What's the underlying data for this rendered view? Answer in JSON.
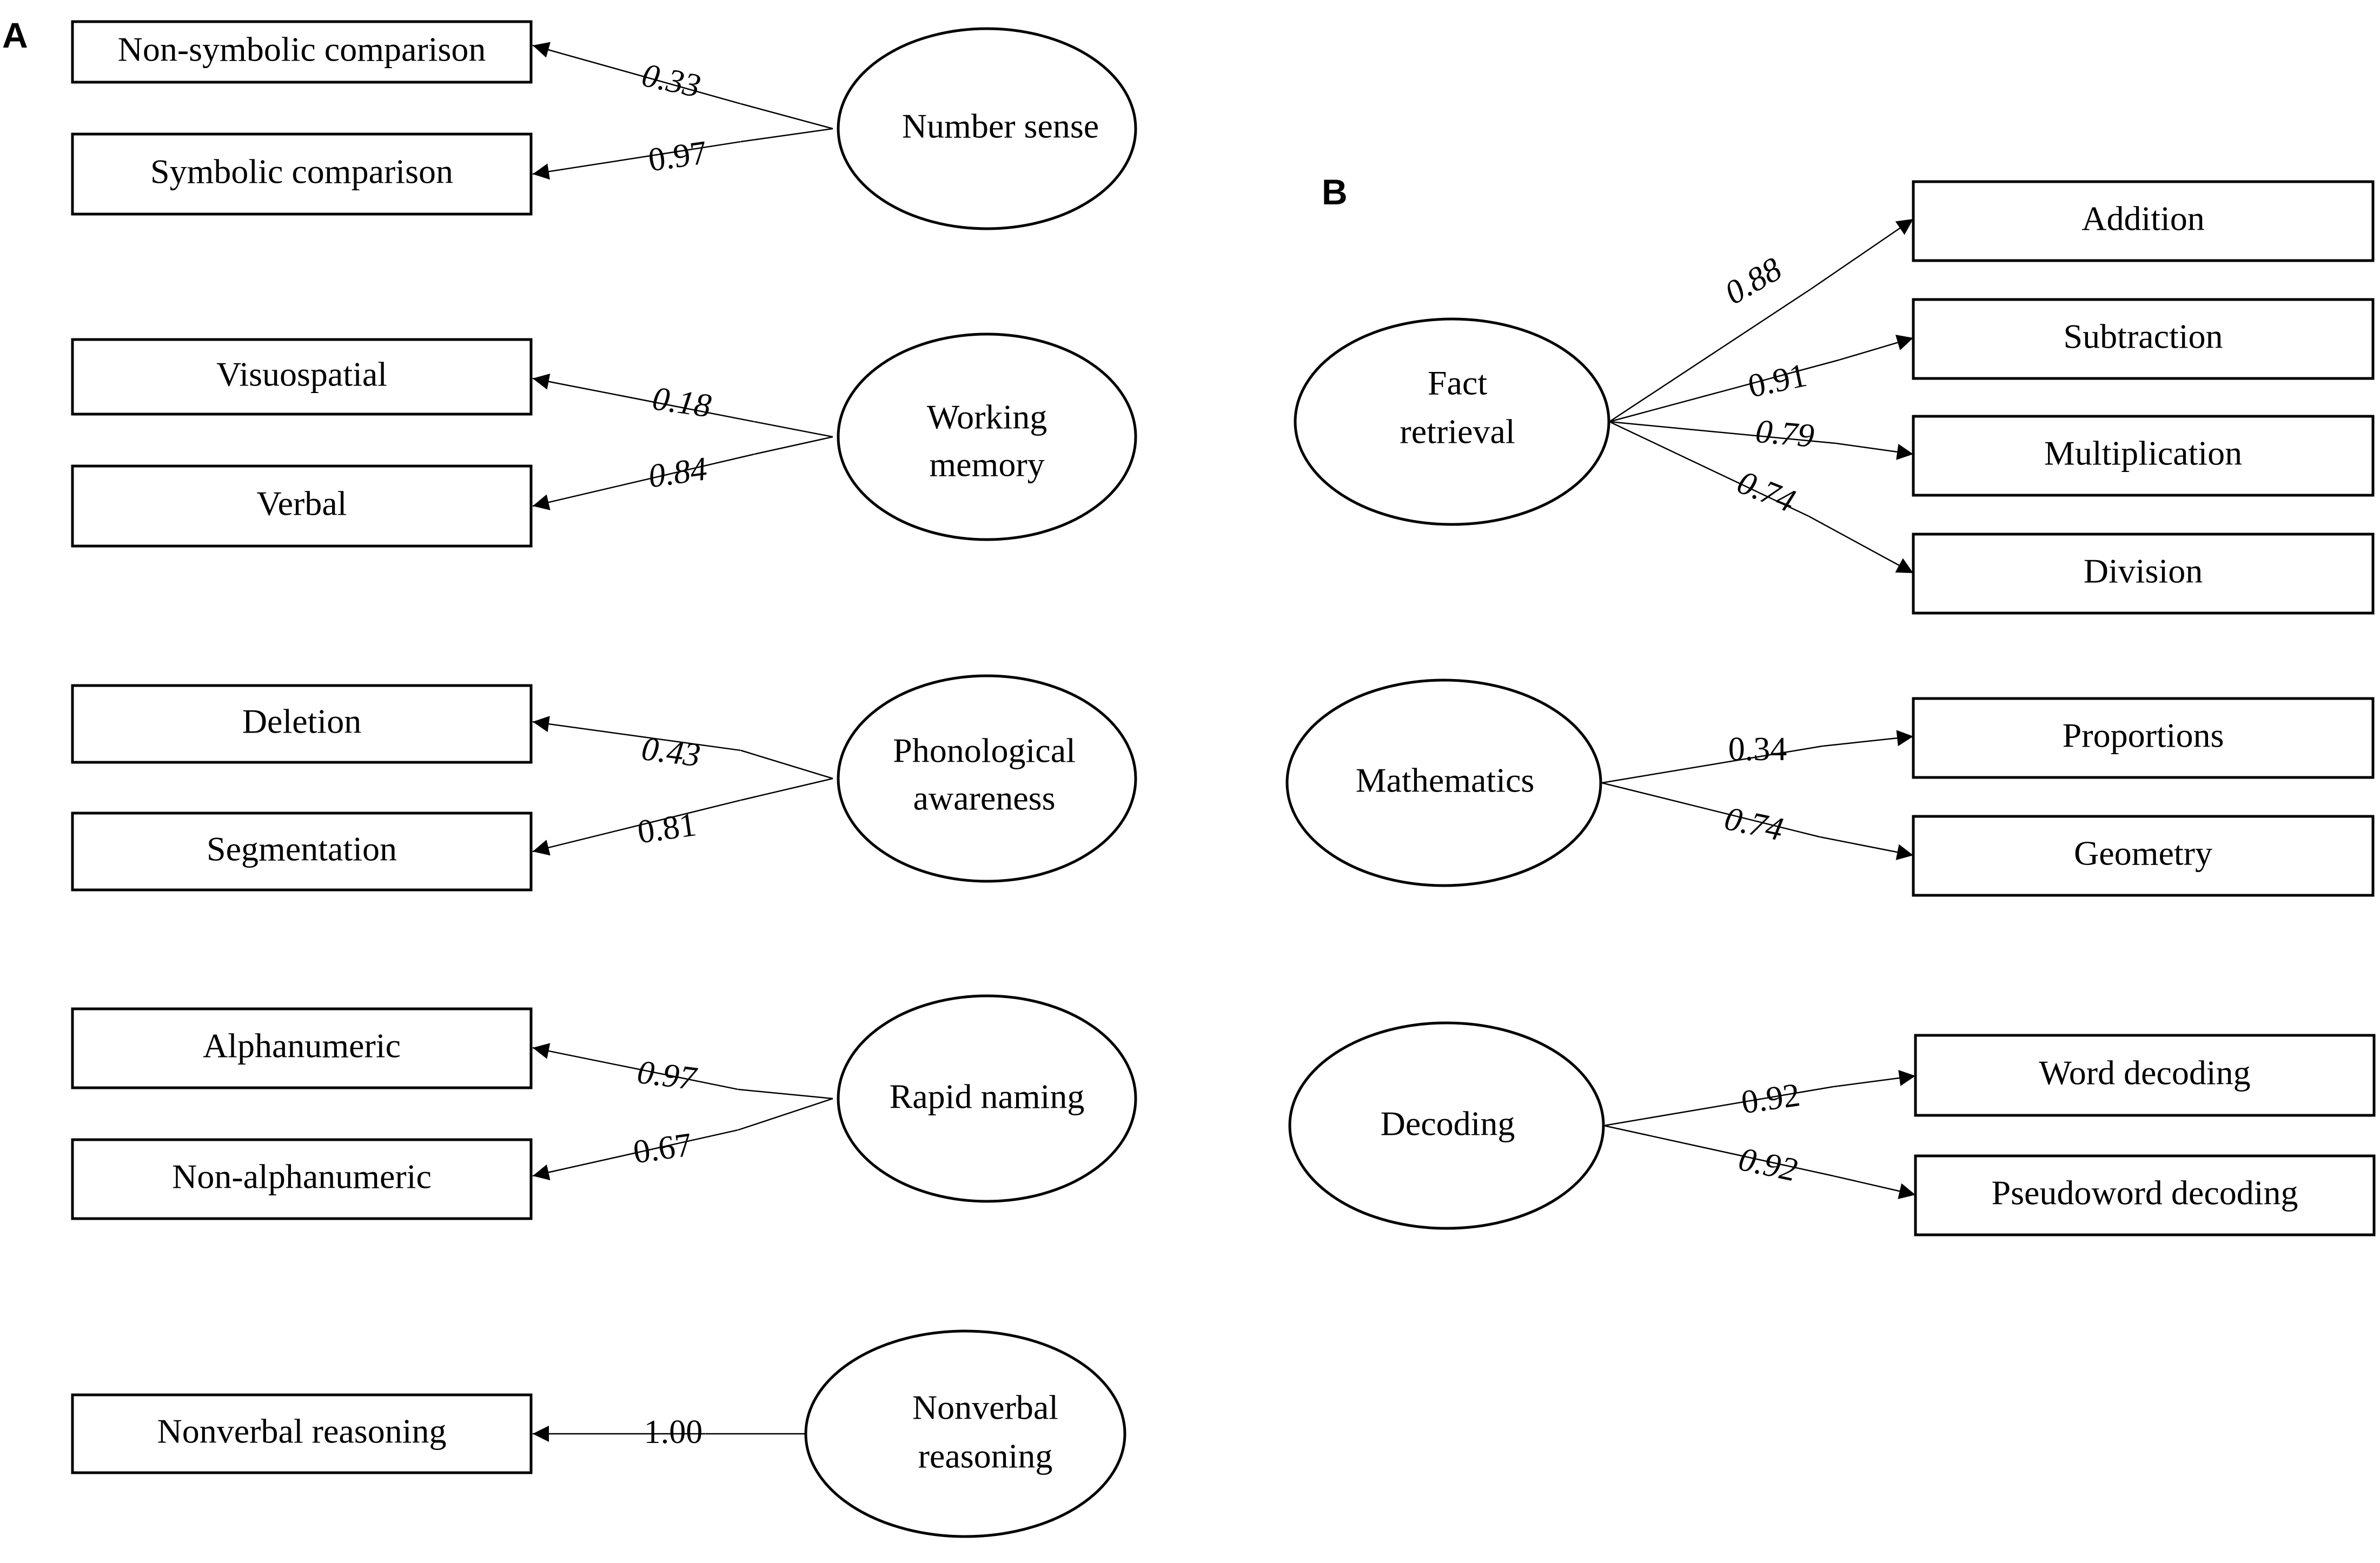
{
  "panels": [
    {
      "label": "A",
      "factors": [
        {
          "name": [
            "Number sense"
          ],
          "indicators": [
            {
              "name": "Non-symbolic comparison",
              "loading": "0.33"
            },
            {
              "name": "Symbolic comparison",
              "loading": "0.97"
            }
          ]
        },
        {
          "name": [
            "Working",
            "memory"
          ],
          "indicators": [
            {
              "name": "Visuospatial",
              "loading": "0.18"
            },
            {
              "name": "Verbal",
              "loading": "0.84"
            }
          ]
        },
        {
          "name": [
            "Phonological",
            "awareness"
          ],
          "indicators": [
            {
              "name": "Deletion",
              "loading": "0.43"
            },
            {
              "name": "Segmentation",
              "loading": "0.81"
            }
          ]
        },
        {
          "name": [
            "Rapid naming"
          ],
          "indicators": [
            {
              "name": "Alphanumeric",
              "loading": "0.97"
            },
            {
              "name": "Non-alphanumeric",
              "loading": "0.67"
            }
          ]
        },
        {
          "name": [
            "Nonverbal",
            "reasoning"
          ],
          "indicators": [
            {
              "name": "Nonverbal reasoning",
              "loading": "1.00"
            }
          ]
        }
      ]
    },
    {
      "label": "B",
      "factors": [
        {
          "name": [
            "Fact",
            "retrieval"
          ],
          "indicators": [
            {
              "name": "Addition",
              "loading": "0.88"
            },
            {
              "name": "Subtraction",
              "loading": "0.91"
            },
            {
              "name": "Multiplication",
              "loading": "0.79"
            },
            {
              "name": "Division",
              "loading": "0.74"
            }
          ]
        },
        {
          "name": [
            "Mathematics"
          ],
          "indicators": [
            {
              "name": "Proportions",
              "loading": "0.34"
            },
            {
              "name": "Geometry",
              "loading": "0.74"
            }
          ]
        },
        {
          "name": [
            "Decoding"
          ],
          "indicators": [
            {
              "name": "Word decoding",
              "loading": "0.92"
            },
            {
              "name": "Pseudoword decoding",
              "loading": "0.92"
            }
          ]
        }
      ]
    }
  ]
}
